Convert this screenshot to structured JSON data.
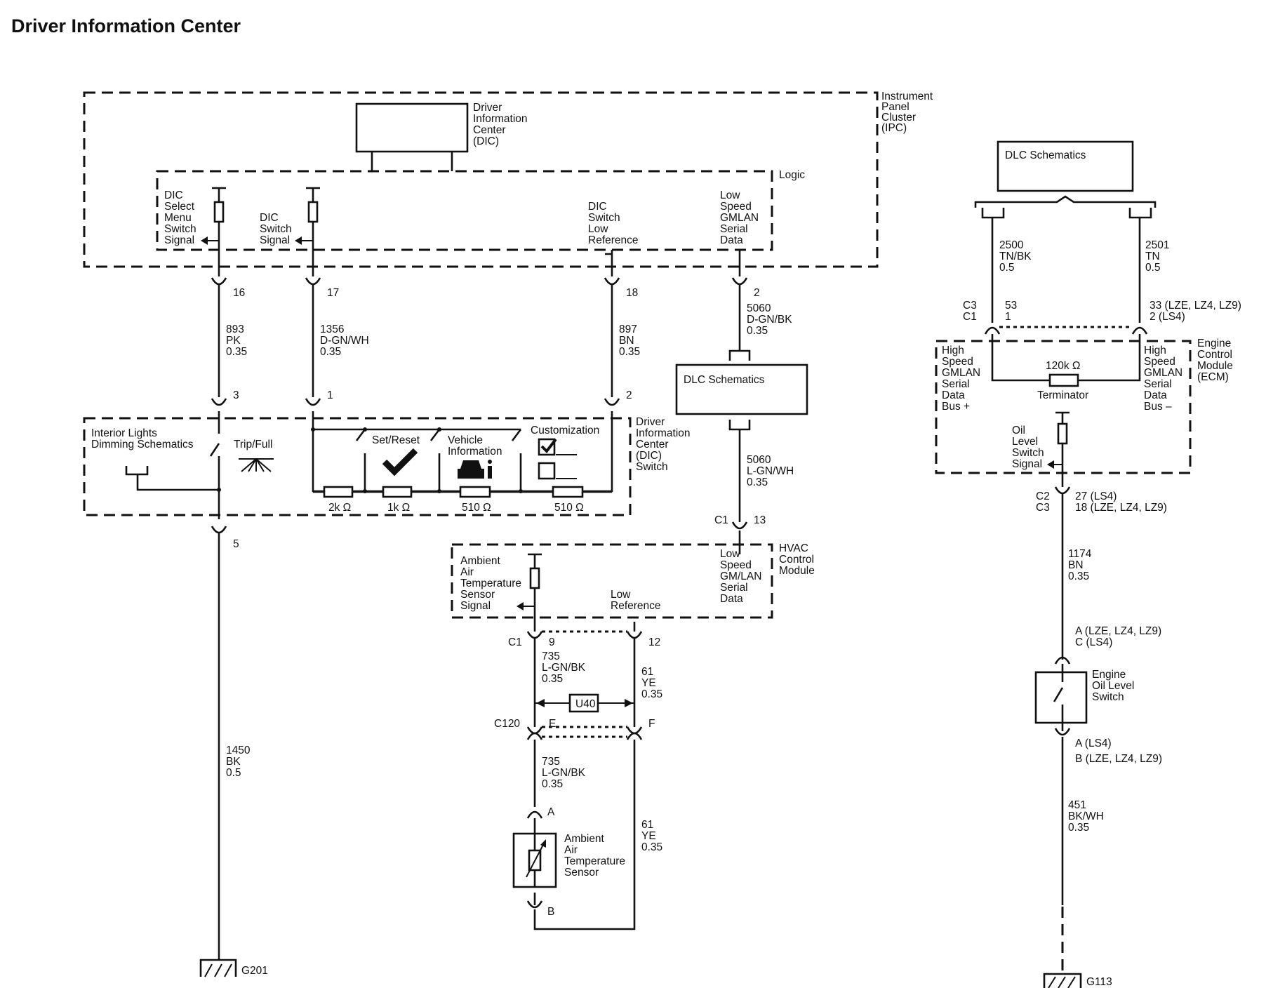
{
  "title": "Driver Information Center",
  "colors": {
    "ink": "#111111",
    "background": "#ffffff"
  },
  "ipc": {
    "label": [
      "Instrument",
      "Panel",
      "Cluster",
      "(IPC)"
    ],
    "dic_label": [
      "Driver",
      "Information",
      "Center",
      "(DIC)"
    ],
    "logic_label": "Logic",
    "dic_select": [
      "DIC",
      "Select",
      "Menu",
      "Switch",
      "Signal"
    ],
    "dic_switch": [
      "DIC",
      "Switch",
      "Signal"
    ],
    "dic_low_ref": [
      "DIC",
      "Switch",
      "Low",
      "Reference"
    ],
    "gmlan": [
      "Low",
      "Speed",
      "GMLAN",
      "Serial",
      "Data"
    ]
  },
  "pins": {
    "p16": "16",
    "p17": "17",
    "p18": "18",
    "p2": "2",
    "p3": "3",
    "p1": "1",
    "p2b": "2",
    "p5": "5"
  },
  "wires": {
    "w893": [
      "893",
      "PK",
      "0.35"
    ],
    "w1356": [
      "1356",
      "D-GN/WH",
      "0.35"
    ],
    "w897": [
      "897",
      "BN",
      "0.35"
    ],
    "w5060a": [
      "5060",
      "D-GN/BK",
      "0.35"
    ],
    "w5060b": [
      "5060",
      "L-GN/WH",
      "0.35"
    ],
    "w1450": [
      "1450",
      "BK",
      "0.5"
    ],
    "w735a": [
      "735",
      "L-GN/BK",
      "0.35"
    ],
    "w61a": [
      "61",
      "YE",
      "0.35"
    ],
    "w735b": [
      "735",
      "L-GN/BK",
      "0.35"
    ],
    "w61b": [
      "61",
      "YE",
      "0.35"
    ],
    "w2500": [
      "2500",
      "TN/BK",
      "0.5"
    ],
    "w2501": [
      "2501",
      "TN",
      "0.5"
    ],
    "w1174": [
      "1174",
      "BN",
      "0.35"
    ],
    "w451": [
      "451",
      "BK/WH",
      "0.35"
    ]
  },
  "dic_switch": {
    "label": [
      "Driver",
      "Information",
      "Center",
      "(DIC)",
      "Switch"
    ],
    "interior_lights": [
      "Interior Lights",
      "Dimming Schematics"
    ],
    "trip_full": "Trip/Full",
    "set_reset": "Set/Reset",
    "vehicle_info": [
      "Vehicle",
      "Information"
    ],
    "customization": "Customization",
    "resistors": [
      "2k Ω",
      "1k Ω",
      "510 Ω",
      "510 Ω"
    ]
  },
  "dlc": {
    "label_mid": "DLC Schematics",
    "label_right": "DLC Schematics"
  },
  "hvac": {
    "label": [
      "HVAC",
      "Control",
      "Module"
    ],
    "c1": "C1",
    "p13": "13",
    "gmlan": [
      "Low",
      "Speed",
      "GM/LAN",
      "Serial",
      "Data"
    ],
    "sensor_signal": [
      "Ambient",
      "Air",
      "Temperature",
      "Sensor",
      "Signal"
    ],
    "low_ref": [
      "Low",
      "Reference"
    ],
    "c1b": "C1",
    "p9": "9",
    "p12": "12"
  },
  "c120": {
    "label": "C120",
    "pe": "E",
    "pf": "F",
    "u40": "U40"
  },
  "sensor": {
    "label": [
      "Ambient",
      "Air",
      "Temperature",
      "Sensor"
    ],
    "pa": "A",
    "pb": "B"
  },
  "ground_g201": "G201",
  "ground_g113": "G113",
  "ecm": {
    "label": [
      "Engine",
      "Control",
      "Module",
      "(ECM)"
    ],
    "c3c1": [
      "C3",
      "C1"
    ],
    "pin53_1": [
      "53",
      "1"
    ],
    "pin33": [
      "33 (LZE, LZ4, LZ9)",
      "2 (LS4)"
    ],
    "hs_plus": [
      "High",
      "Speed",
      "GMLAN",
      "Serial",
      "Data",
      "Bus +"
    ],
    "hs_minus": [
      "High",
      "Speed",
      "GMLAN",
      "Serial",
      "Data",
      "Bus –"
    ],
    "resistor": "120k Ω",
    "terminator": "Terminator",
    "oil_signal": [
      "Oil",
      "Level",
      "Switch",
      "Signal"
    ],
    "c2c3": [
      "C2",
      "C3"
    ],
    "pin27": [
      "27 (LS4)",
      "18 (LZE, LZ4, LZ9)"
    ]
  },
  "oil_switch": {
    "label": [
      "Engine",
      "Oil Level",
      "Switch"
    ],
    "top_pin": [
      "A (LZE, LZ4, LZ9)",
      "C (LS4)"
    ],
    "bot_pin": [
      "A (LS4)",
      "B (LZE, LZ4, LZ9)"
    ]
  }
}
